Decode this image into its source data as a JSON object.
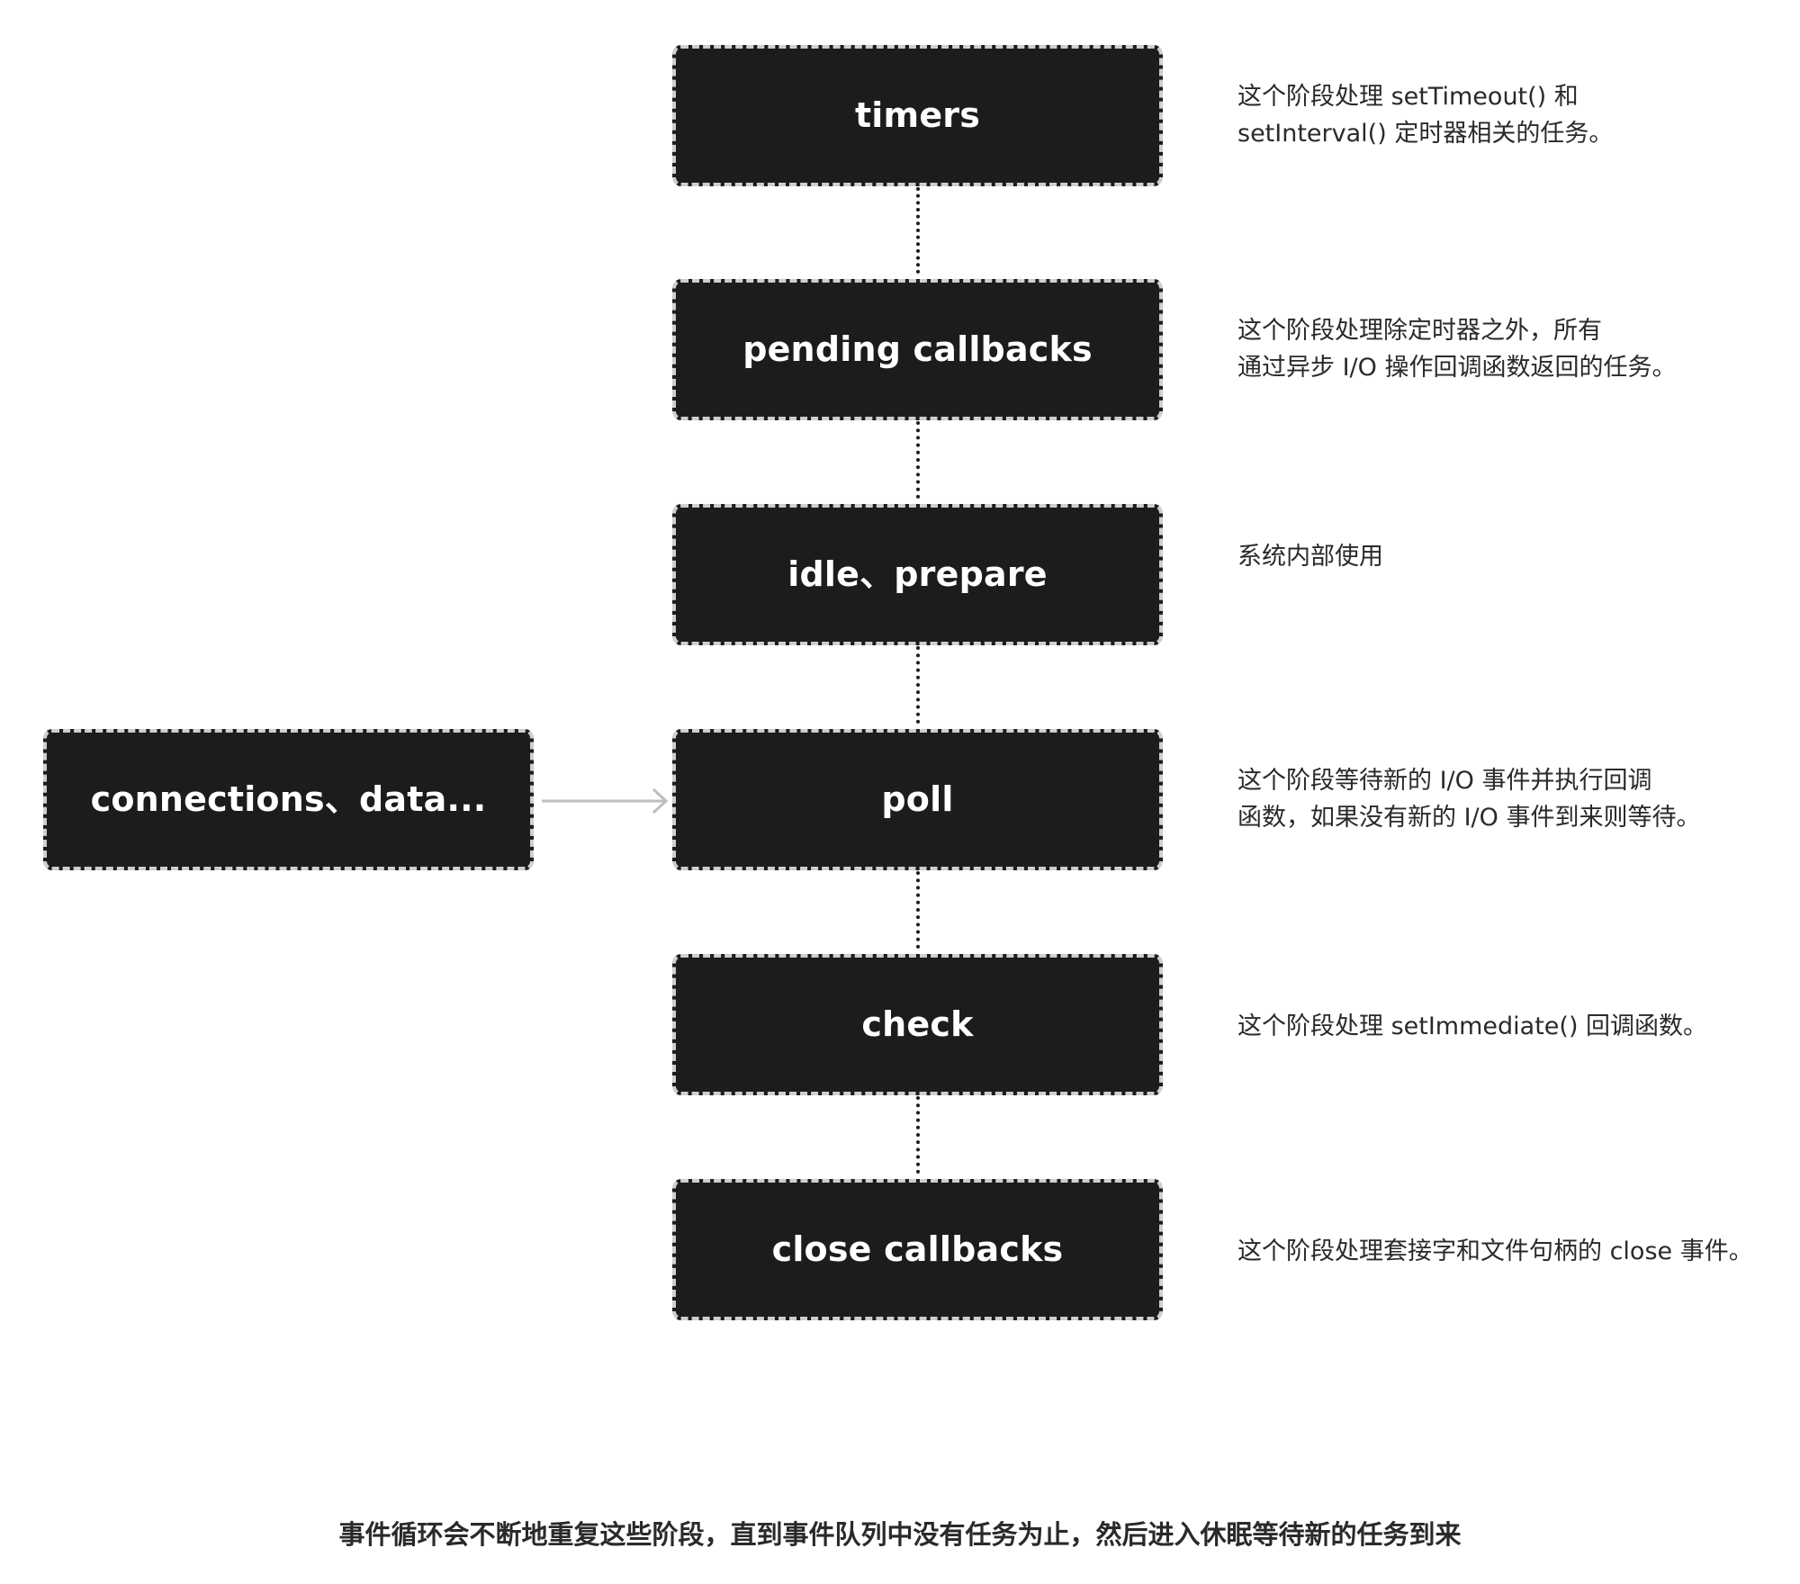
{
  "diagram": {
    "phases": [
      {
        "label": "timers",
        "description": [
          "这个阶段处理 setTimeout() 和",
          "setInterval() 定时器相关的任务。"
        ]
      },
      {
        "label": "pending callbacks",
        "description": [
          "这个阶段处理除定时器之外，所有",
          "通过异步 I/O 操作回调函数返回的任务。"
        ]
      },
      {
        "label": "idle、prepare",
        "description": [
          "系统内部使用"
        ]
      },
      {
        "label": "poll",
        "description": [
          "这个阶段等待新的 I/O 事件并执行回调",
          "函数，如果没有新的 I/O 事件到来则等待。"
        ]
      },
      {
        "label": "check",
        "description": [
          "这个阶段处理 setImmediate() 回调函数。"
        ]
      },
      {
        "label": "close callbacks",
        "description": [
          "这个阶段处理套接字和文件句柄的 close 事件。"
        ]
      }
    ],
    "source": {
      "label": "connections、data..."
    },
    "caption": "事件循环会不断地重复这些阶段，直到事件队列中没有任务为止，然后进入休眠等待新的任务到来",
    "colors": {
      "box_fill": "#1c1c1c",
      "box_border": "#cfcfcf",
      "box_text": "#ffffff",
      "desc_text": "#2a2a2a",
      "arrow": "#bdbdbd",
      "connector": "#1c1c1c"
    }
  }
}
